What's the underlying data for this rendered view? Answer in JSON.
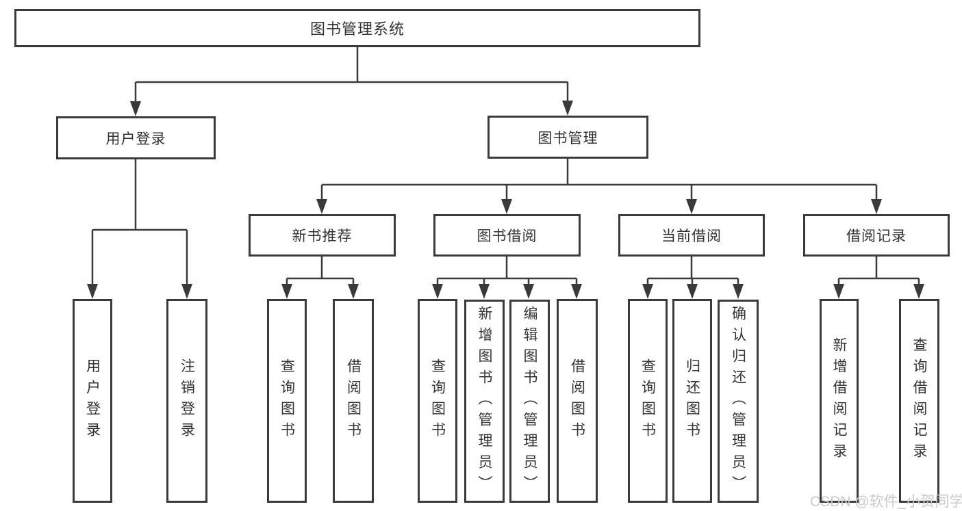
{
  "nodes": {
    "root": "图书管理系统",
    "level2": [
      "用户登录",
      "图书管理"
    ],
    "level3": [
      "新书推荐",
      "图书借阅",
      "当前借阅",
      "借阅记录"
    ],
    "leaves": {
      "user_login": [
        "用户登录",
        "注销登录"
      ],
      "new_book": [
        "查询图书",
        "借阅图书"
      ],
      "book_borrow": [
        "查询图书",
        "新增图书（管理员）",
        "编辑图书（管理员）",
        "借阅图书"
      ],
      "current_borrow": [
        "查询图书",
        "归还图书",
        "确认归还（管理员）"
      ],
      "borrow_records": [
        "新增借阅记录",
        "查询借阅记录"
      ]
    }
  },
  "watermark": "CSDN @软件_小贺同学",
  "colors": {
    "line": "#3a3a3a",
    "text": "#333333",
    "watermark": "#c9c9c9",
    "background": "#ffffff"
  }
}
